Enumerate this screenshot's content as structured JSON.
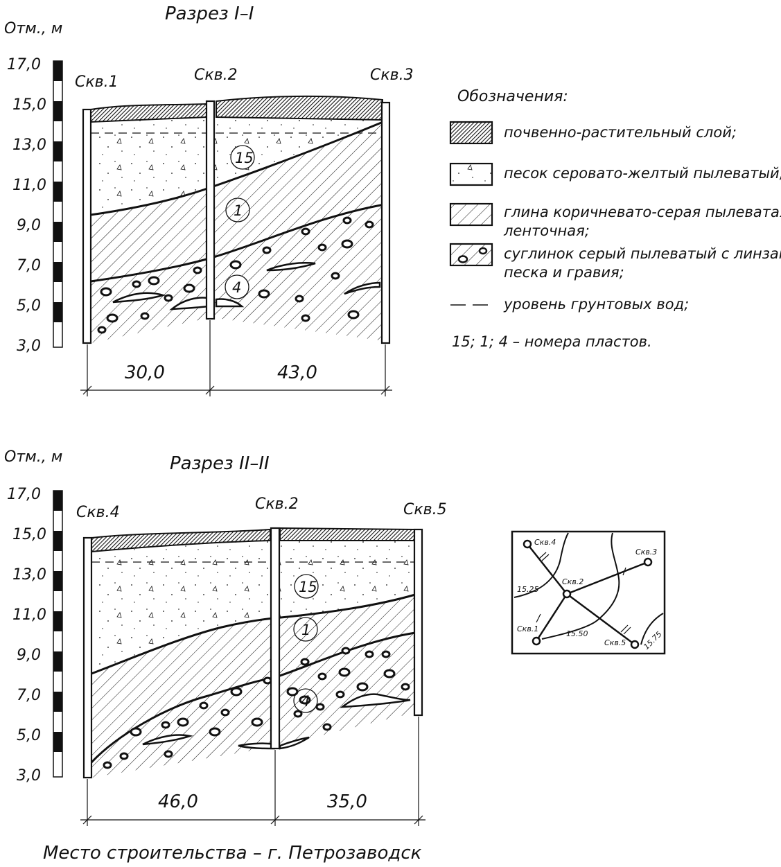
{
  "section1": {
    "title": "Разрез I–I",
    "elev_label": "Отм., м",
    "wells": [
      "Скв.1",
      "Скв.2",
      "Скв.3"
    ],
    "distances": [
      "30,0",
      "43,0"
    ],
    "layer_numbers": [
      "15",
      "1",
      "4"
    ]
  },
  "section2": {
    "title": "Разрез II–II",
    "elev_label": "Отм., м",
    "wells": [
      "Скв.4",
      "Скв.2",
      "Скв.5"
    ],
    "distances": [
      "46,0",
      "35,0"
    ],
    "layer_numbers": [
      "15",
      "1",
      "4"
    ]
  },
  "scale_ticks": [
    "17,0",
    "15,0",
    "13,0",
    "11,0",
    "9,0",
    "7,0",
    "5,0",
    "3,0"
  ],
  "legend": {
    "title": "Обозначения:",
    "items": [
      {
        "line1": "почвенно-растительный слой;",
        "line2": ""
      },
      {
        "line1": "песок серовато-желтый пылеватый;",
        "line2": ""
      },
      {
        "line1": "глина коричневато-серая пылеватая",
        "line2": "ленточная;"
      },
      {
        "line1": "суглинок серый пылеватый с линзами",
        "line2": "песка и гравия;"
      },
      {
        "line1": "уровень грунтовых вод;",
        "line2": ""
      }
    ],
    "note": "15; 1; 4 – номера пластов."
  },
  "site_plan": {
    "wells": [
      "Скв.4",
      "Скв.3",
      "Скв.2",
      "Скв.1",
      "Скв.5"
    ],
    "contours": [
      "15.25",
      "15.50",
      "15.75"
    ]
  },
  "footer": "Место строительства – г. Петрозаводск"
}
